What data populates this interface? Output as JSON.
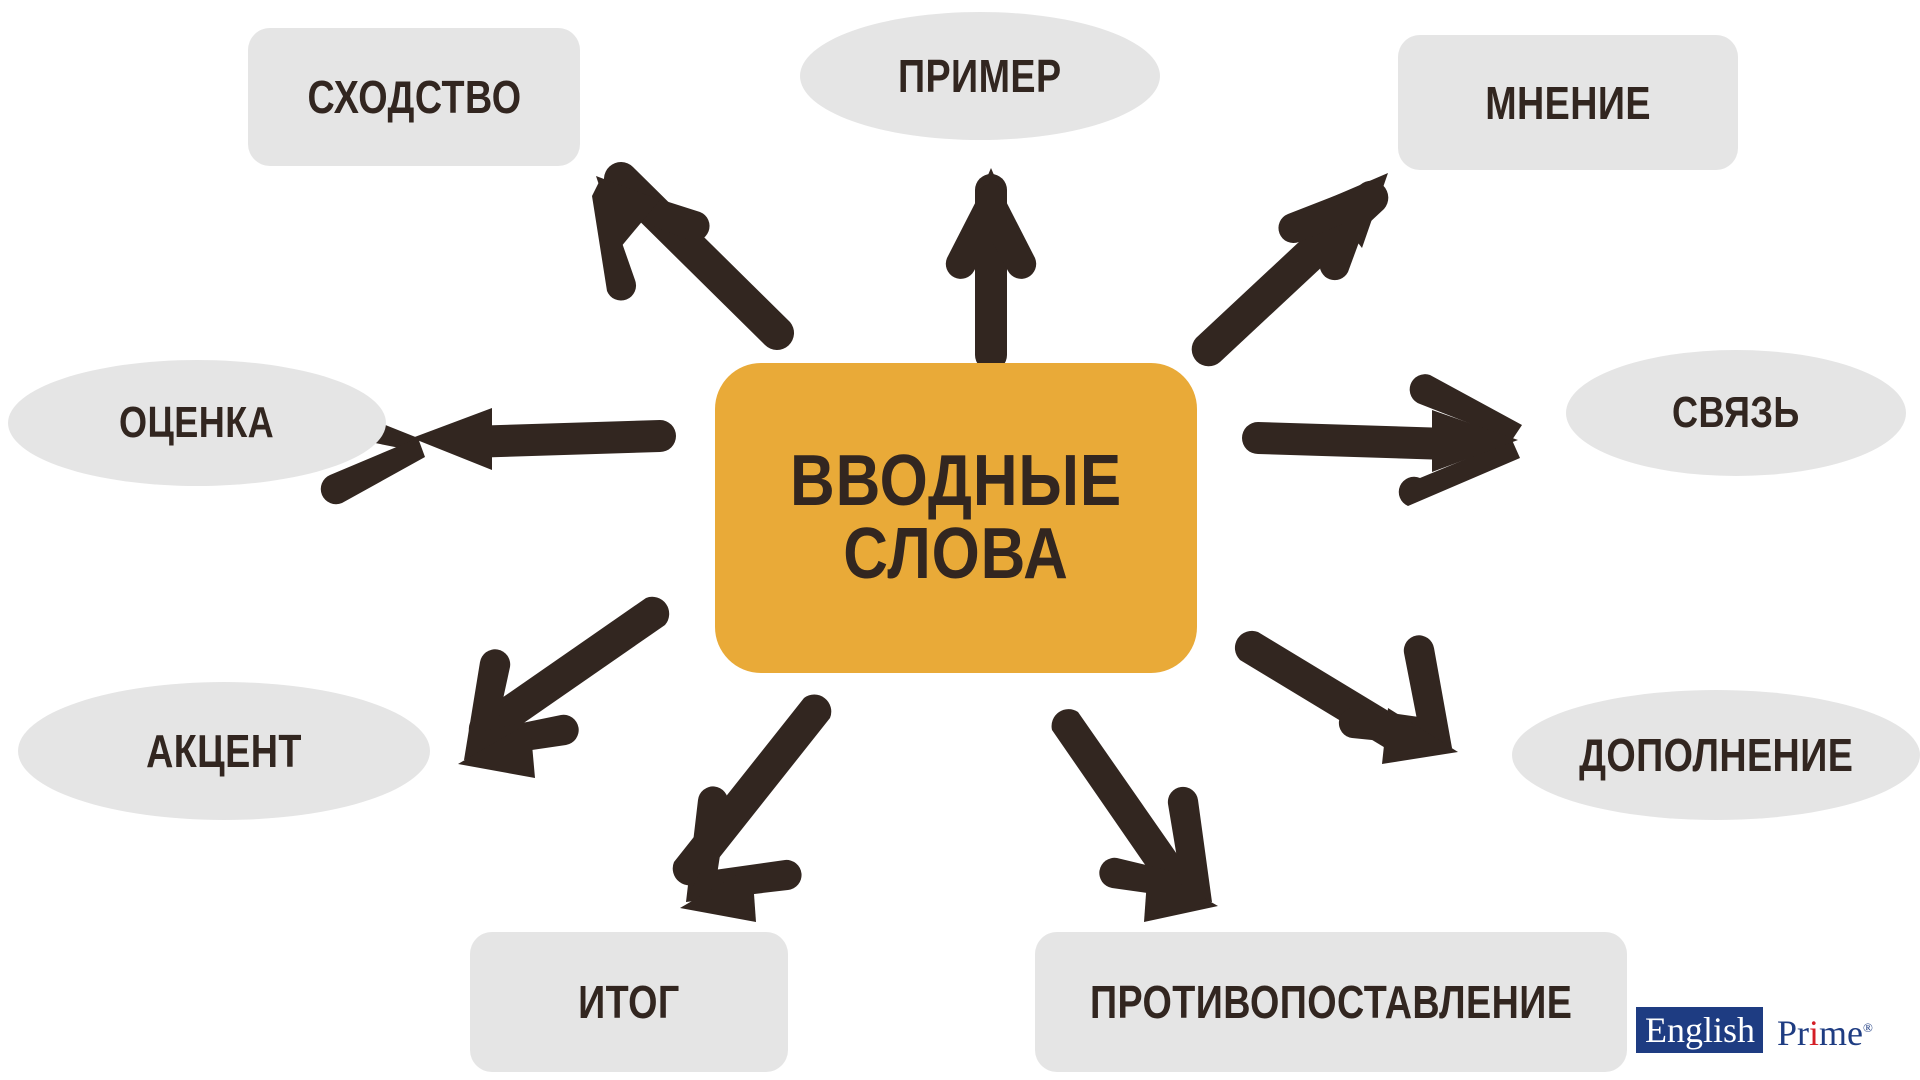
{
  "diagram": {
    "title": "ВВОДНЫЕ СЛОВА",
    "center": {
      "label_line1": "ВВОДНЫЕ",
      "label_line2": "СЛОВА",
      "color": "#E9AA38",
      "text_color": "#322620",
      "shape": "rounded-rect"
    },
    "node_fill": "#E5E5E5",
    "node_text_color": "#322620",
    "arrow_color": "#322620",
    "background": "#FFFFFF",
    "nodes": [
      {
        "id": "shodstvo",
        "label": "СХОДСТВО",
        "shape": "rounded-rect",
        "position": "top-left",
        "font_size": 46
      },
      {
        "id": "primer",
        "label": "ПРИМЕР",
        "shape": "ellipse",
        "position": "top-center",
        "font_size": 46
      },
      {
        "id": "mnenie",
        "label": "МНЕНИЕ",
        "shape": "rounded-rect",
        "position": "top-right",
        "font_size": 46
      },
      {
        "id": "ocenka",
        "label": "ОЦЕНКА",
        "shape": "ellipse",
        "position": "middle-left",
        "font_size": 44
      },
      {
        "id": "svyaz",
        "label": "СВЯЗЬ",
        "shape": "ellipse",
        "position": "middle-right",
        "font_size": 44
      },
      {
        "id": "akcent",
        "label": "АКЦЕНТ",
        "shape": "ellipse",
        "position": "bottom-left",
        "font_size": 46
      },
      {
        "id": "dopolnenie",
        "label": "ДОПОЛНЕНИЕ",
        "shape": "ellipse",
        "position": "bottom-right",
        "font_size": 46
      },
      {
        "id": "itog",
        "label": "ИТОГ",
        "shape": "rounded-rect",
        "position": "bottom-center-left",
        "font_size": 46
      },
      {
        "id": "protivopostavlenie",
        "label": "ПРОТИВОПОСТАВЛЕНИЕ",
        "shape": "rounded-rect",
        "position": "bottom-center-right",
        "font_size": 46
      }
    ],
    "arrows": [
      {
        "id": "arrow-to-shodstvo",
        "from": "center",
        "to": "shodstvo",
        "direction": "up-left"
      },
      {
        "id": "arrow-to-primer",
        "from": "center",
        "to": "primer",
        "direction": "up"
      },
      {
        "id": "arrow-to-mnenie",
        "from": "center",
        "to": "mnenie",
        "direction": "up-right"
      },
      {
        "id": "arrow-to-ocenka",
        "from": "center",
        "to": "ocenka",
        "direction": "left"
      },
      {
        "id": "arrow-to-svyaz",
        "from": "center",
        "to": "svyaz",
        "direction": "right"
      },
      {
        "id": "arrow-to-akcent",
        "from": "center",
        "to": "akcent",
        "direction": "down-left"
      },
      {
        "id": "arrow-to-dopolnenie",
        "from": "center",
        "to": "dopolnenie",
        "direction": "down-right"
      },
      {
        "id": "arrow-to-itog",
        "from": "center",
        "to": "itog",
        "direction": "down"
      },
      {
        "id": "arrow-to-protivo",
        "from": "center",
        "to": "protivopostavlenie",
        "direction": "down"
      }
    ]
  },
  "logo": {
    "word1": "English",
    "word2_prefix": "Pr",
    "word2_i": "i",
    "word2_suffix": "me",
    "registered": "®",
    "badge_color": "#1E3C82",
    "accent_color": "#D41E26"
  }
}
